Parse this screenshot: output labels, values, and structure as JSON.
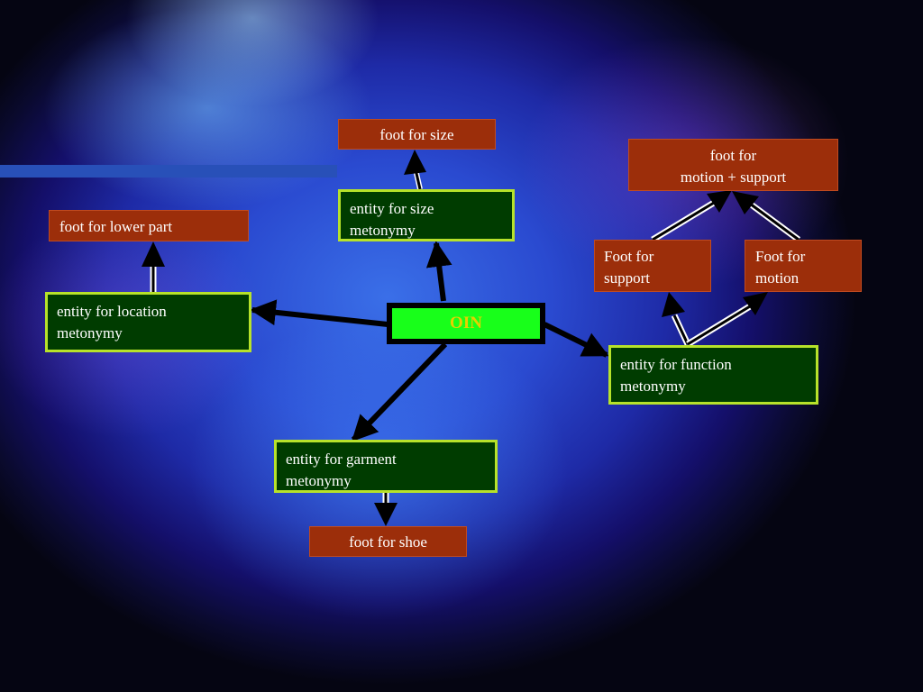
{
  "diagram": {
    "hub": "OIN",
    "metonymies": {
      "size": [
        "entity for size",
        "metonymy"
      ],
      "location": [
        "entity for location",
        "metonymy"
      ],
      "function": [
        "entity for function",
        "metonymy"
      ],
      "garment": [
        "entity for garment",
        "metonymy"
      ]
    },
    "targets": {
      "size": "foot for size",
      "lower_part": "foot for lower part",
      "shoe": "foot for shoe",
      "support": [
        "Foot for",
        "support"
      ],
      "motion": [
        "Foot for",
        "motion"
      ],
      "motion_support": [
        "foot for",
        "motion + support"
      ]
    }
  },
  "colors": {
    "metonymy_box": "#003c00",
    "metonymy_border": "#b7e22a",
    "target_box": "#9c2e0a",
    "hub_fill": "#18ff1a",
    "hub_text": "#e8d000",
    "arrow": "#000000"
  }
}
